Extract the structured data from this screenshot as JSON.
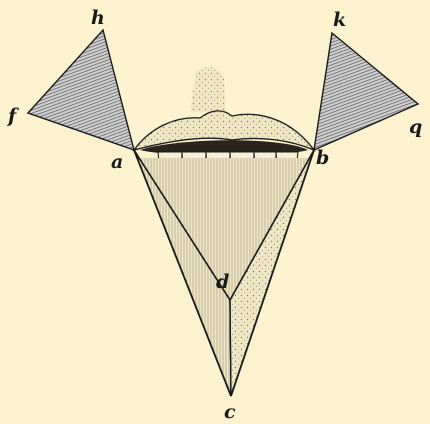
{
  "figure": {
    "labels": {
      "h": "h",
      "k": "k",
      "f": "f",
      "q": "q",
      "a": "a",
      "b": "b",
      "d": "d",
      "c": "c"
    },
    "colors": {
      "background": "#fbf3cf",
      "ink": "#1a1a1a",
      "hatch_fill": "#8e8e8e",
      "skin": "#efe6c4",
      "teeth": "#f7f0d8"
    },
    "elements": [
      "left-triangle-flap",
      "right-triangle-flap",
      "lips",
      "teeth",
      "chin-triangle-incision"
    ]
  }
}
